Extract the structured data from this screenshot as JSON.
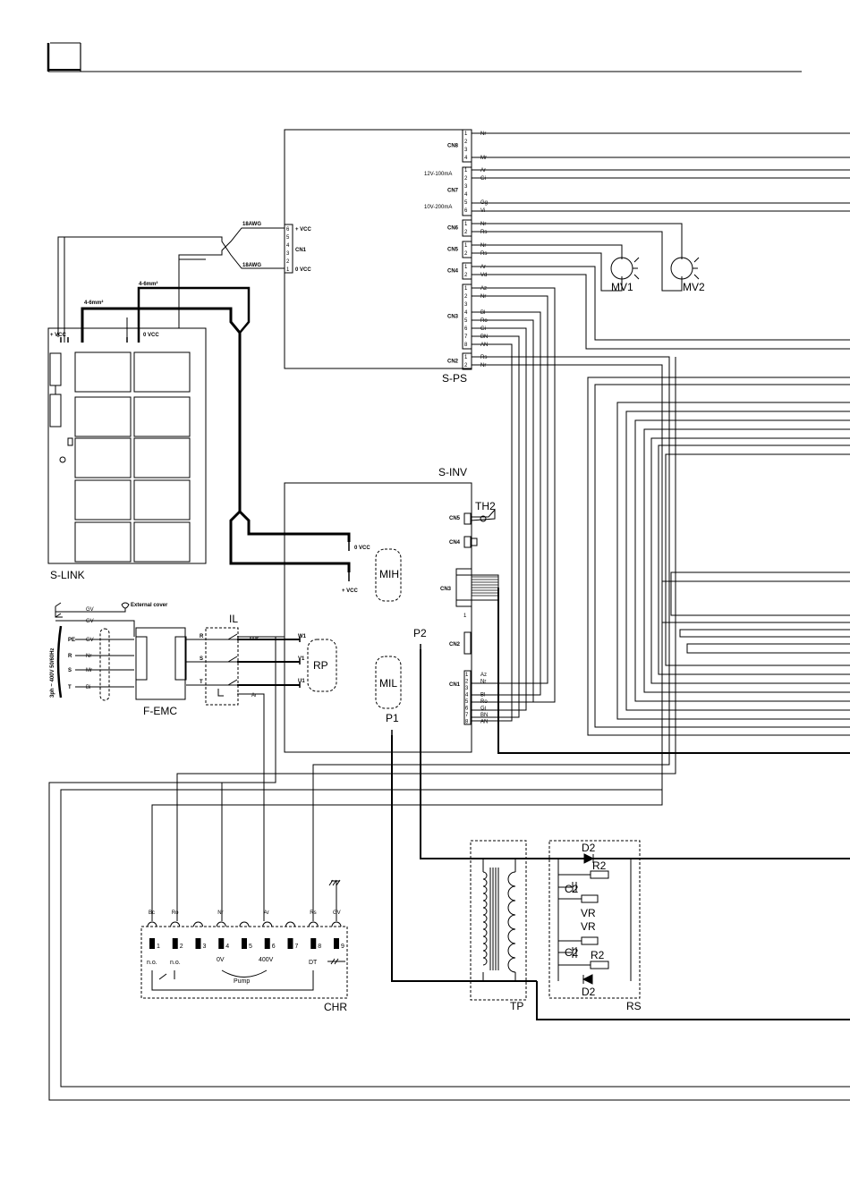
{
  "labels": {
    "sps": "S-PS",
    "sinv": "S-INV",
    "slink": "S-LINK",
    "femc": "F-EMC",
    "il": "IL",
    "chr": "CHR",
    "tp": "TP",
    "rs": "RS",
    "mv1": "MV1",
    "mv2": "MV2",
    "th2": "TH2",
    "mih": "MIH",
    "mil": "MIL",
    "rp": "RP",
    "p1": "P1",
    "p2": "P2",
    "d2": "D2",
    "r2": "R2",
    "c2": "C2",
    "vr": "VR",
    "pump": "Pump",
    "v0": "0V",
    "v400": "400V",
    "dt": "DT",
    "no": "n.o.",
    "awg_top": "18AWG",
    "awg_bot": "18AWG",
    "mm_a": "4-6mm²",
    "mm_b": "4-6mm²",
    "vcc_plus": "+ VCC",
    "vcc_zero": "0 VCC",
    "cn1": "CN1",
    "supply": "3ph ~ 400V 50/60Hz",
    "ext_cover": "External cover",
    "gv": "GV",
    "ma100": "12V-100mA",
    "ma200": "10V-200mA"
  },
  "sps_groups": [
    {
      "name": "CN8",
      "pins": [
        {
          "n": "1",
          "w": "Nr"
        },
        {
          "n": "2",
          "w": ""
        },
        {
          "n": "3",
          "w": ""
        },
        {
          "n": "4",
          "w": "Mr"
        }
      ]
    },
    {
      "name": "CN7",
      "pins": [
        {
          "n": "1",
          "w": "Ar"
        },
        {
          "n": "2",
          "w": "Gi"
        },
        {
          "n": "3",
          "w": ""
        },
        {
          "n": "4",
          "w": ""
        },
        {
          "n": "5",
          "w": "Gg"
        },
        {
          "n": "6",
          "w": "Vi"
        }
      ]
    },
    {
      "name": "CN6",
      "pins": [
        {
          "n": "1",
          "w": "Nr"
        },
        {
          "n": "2",
          "w": "Rs"
        }
      ]
    },
    {
      "name": "CN5",
      "pins": [
        {
          "n": "1",
          "w": "Nr"
        },
        {
          "n": "2",
          "w": "Rs"
        }
      ]
    },
    {
      "name": "CN4",
      "pins": [
        {
          "n": "1",
          "w": "Ar"
        },
        {
          "n": "2",
          "w": "Vd"
        }
      ]
    },
    {
      "name": "CN3",
      "pins": [
        {
          "n": "1",
          "w": "Az"
        },
        {
          "n": "2",
          "w": "Nr"
        },
        {
          "n": "3",
          "w": ""
        },
        {
          "n": "4",
          "w": "Bl"
        },
        {
          "n": "5",
          "w": "Ro"
        },
        {
          "n": "6",
          "w": "Gi"
        },
        {
          "n": "7",
          "w": "BN"
        },
        {
          "n": "8",
          "w": "AN"
        }
      ]
    },
    {
      "name": "CN2",
      "pins": [
        {
          "n": "1",
          "w": "Rs"
        },
        {
          "n": "2",
          "w": "Nr"
        }
      ]
    }
  ],
  "sps_cn1": [
    {
      "n": "6"
    },
    {
      "n": "5"
    },
    {
      "n": "4"
    },
    {
      "n": "3"
    },
    {
      "n": "2"
    },
    {
      "n": "1"
    }
  ],
  "sinv_cn1": [
    {
      "n": "1",
      "w": "Az"
    },
    {
      "n": "2",
      "w": "Nr"
    },
    {
      "n": "3",
      "w": ""
    },
    {
      "n": "4",
      "w": "Bl"
    },
    {
      "n": "5",
      "w": "Ro"
    },
    {
      "n": "6",
      "w": "Gi"
    },
    {
      "n": "7",
      "w": "BN"
    },
    {
      "n": "8",
      "w": "AN"
    }
  ],
  "sinv_other": {
    "cn5": "CN5",
    "cn4": "CN4",
    "cn3": "CN3",
    "cn2": "CN2",
    "cn1": "CN1",
    "one": "1",
    "w1": "W1",
    "v1": "V1",
    "u1": "U1",
    "zero_vcc": "0 VCC",
    "plus_vcc": "+ VCC"
  },
  "supply_phases": [
    {
      "t": "PE",
      "w": "GV"
    },
    {
      "t": "R",
      "w": "Nr"
    },
    {
      "t": "S",
      "w": "Mr"
    },
    {
      "t": "T",
      "w": "Bi"
    }
  ],
  "il_terms": [
    {
      "t": "R"
    },
    {
      "t": "S"
    },
    {
      "t": "T"
    }
  ],
  "il_wires": {
    "top": "Mr",
    "bottom": "Ar"
  },
  "chr_terms": [
    {
      "n": "1",
      "w": "Bc"
    },
    {
      "n": "2",
      "w": "Ro"
    },
    {
      "n": "3",
      "w": ""
    },
    {
      "n": "4",
      "w": "Nr"
    },
    {
      "n": "5",
      "w": ""
    },
    {
      "n": "6",
      "w": "Ar"
    },
    {
      "n": "7",
      "w": ""
    },
    {
      "n": "8",
      "w": "Rs"
    },
    {
      "n": "9",
      "w": "GV"
    }
  ]
}
